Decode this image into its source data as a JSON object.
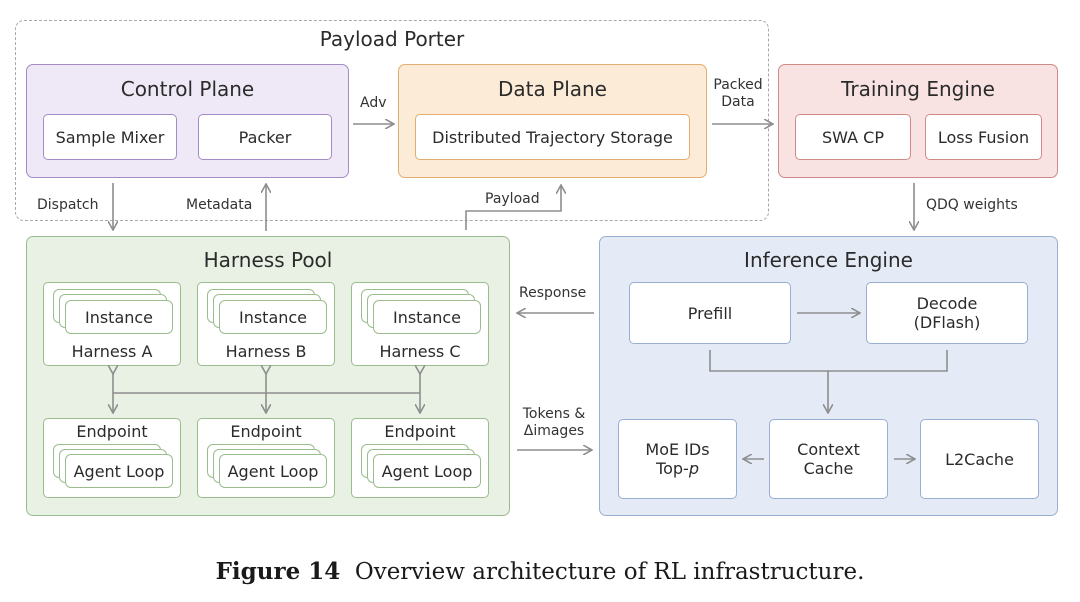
{
  "payload_porter": {
    "title": "Payload Porter"
  },
  "control_plane": {
    "title": "Control Plane",
    "sample_mixer": "Sample Mixer",
    "packer": "Packer"
  },
  "data_plane": {
    "title": "Data Plane",
    "storage": "Distributed Trajectory Storage"
  },
  "training_engine": {
    "title": "Training Engine",
    "swa_cp": "SWA CP",
    "loss_fusion": "Loss Fusion"
  },
  "harness_pool": {
    "title": "Harness Pool",
    "harnesses": [
      {
        "instance": "Instance",
        "name": "Harness A"
      },
      {
        "instance": "Instance",
        "name": "Harness B"
      },
      {
        "instance": "Instance",
        "name": "Harness C"
      }
    ],
    "endpoints": [
      {
        "title": "Endpoint",
        "loop": "Agent Loop"
      },
      {
        "title": "Endpoint",
        "loop": "Agent Loop"
      },
      {
        "title": "Endpoint",
        "loop": "Agent Loop"
      }
    ]
  },
  "inference_engine": {
    "title": "Inference Engine",
    "prefill": "Prefill",
    "decode": "Decode\n(DFlash)",
    "moe_ids": "MoE IDs",
    "top_p": "Top-",
    "top_p_italic": "p",
    "context_cache": "Context\nCache",
    "l2cache": "L2Cache"
  },
  "edge_labels": {
    "adv": "Adv",
    "packed_data": "Packed\nData",
    "dispatch": "Dispatch",
    "metadata": "Metadata",
    "payload": "Payload",
    "qdq_weights": "QDQ weights",
    "response": "Response",
    "tokens_images": "Tokens &\nΔimages"
  },
  "caption": {
    "figure": "Figure 14",
    "text": "Overview architecture of RL infrastructure."
  },
  "colors": {
    "purple_fill": "#efe9f7",
    "purple_border": "#a38cc6",
    "orange_fill": "#fcebd6",
    "orange_border": "#e2ad6e",
    "red_fill": "#f8e3e2",
    "red_border": "#d08a86",
    "green_fill": "#e8f1e3",
    "green_border": "#9bbd8e",
    "blue_fill": "#e4ebf6",
    "blue_border": "#9aaed1",
    "arrow": "#8e8e8e"
  }
}
